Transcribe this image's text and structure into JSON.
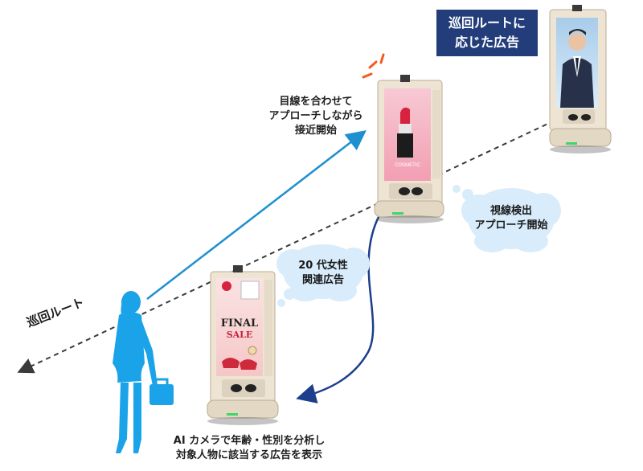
{
  "title_box": {
    "line1": "巡回ルートに",
    "line2": "応じた広告"
  },
  "route_label": "巡回ルート",
  "annotation_gaze": {
    "line1": "目線を合わせて",
    "line2": "アプローチしながら",
    "line3": "接近開始"
  },
  "cloud_gaze": {
    "line1": "視線検出",
    "line2": "アプローチ開始"
  },
  "cloud_ad": {
    "line1": "20 代女性",
    "line2": "関連広告"
  },
  "caption": {
    "line1": "AI カメラで年齢・性別を分析し",
    "line2": "対象人物に該当する広告を表示"
  },
  "sale_sign": {
    "line1": "FINAL",
    "line2": "SALE"
  },
  "cosmetic_label": "COSMETIC",
  "colors": {
    "route_line": "#3a3a3a",
    "approach_arrow": "#1e90d0",
    "curve_arrow": "#1c3e8c",
    "person": "#1aa3e8",
    "cloud": "#d8ecfb",
    "title_bg": "#223d7a",
    "robot_body": "#eee4d3"
  }
}
